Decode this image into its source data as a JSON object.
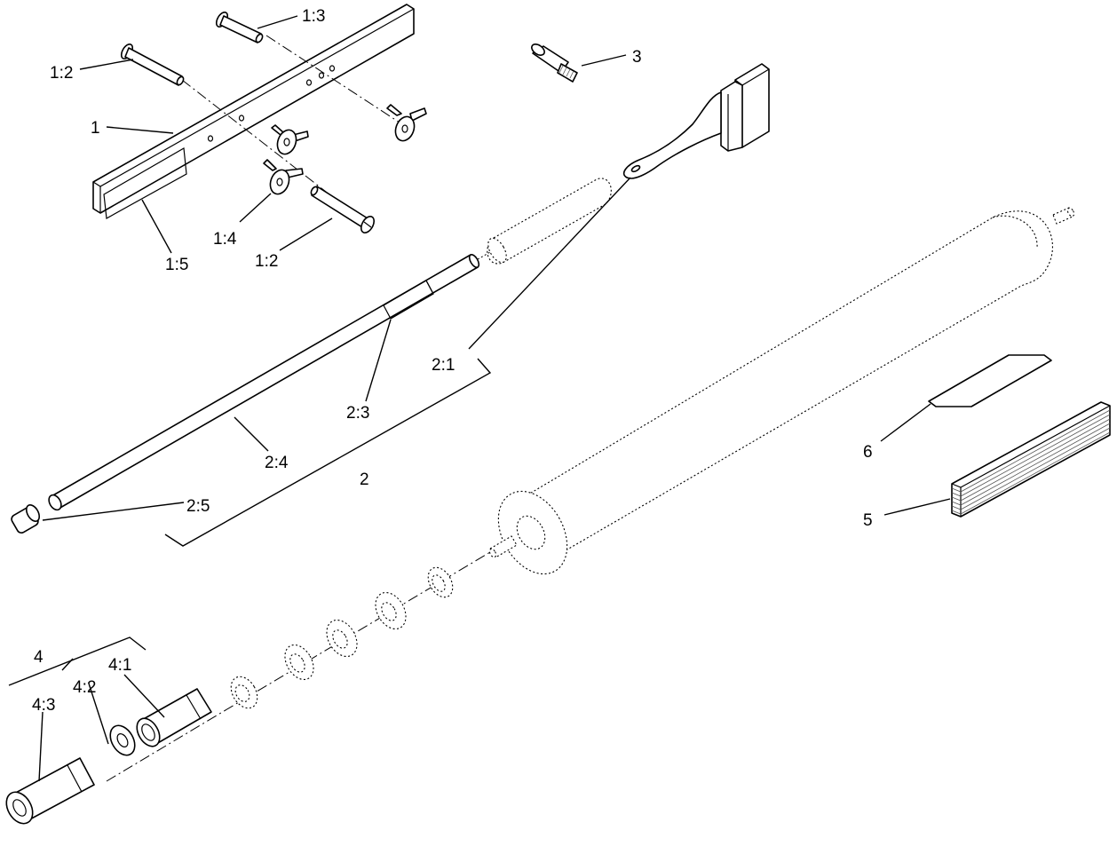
{
  "callouts": {
    "c_1": "1",
    "c_1_2_top": "1:2",
    "c_1_3": "1:3",
    "c_1_4": "1:4",
    "c_1_5": "1:5",
    "c_1_2_bottom": "1:2",
    "c_2": "2",
    "c_2_1": "2:1",
    "c_2_3": "2:3",
    "c_2_4": "2:4",
    "c_2_5": "2:5",
    "c_3": "3",
    "c_4": "4",
    "c_4_1": "4:1",
    "c_4_2": "4:2",
    "c_4_3": "4:3",
    "c_5": "5",
    "c_6": "6"
  }
}
